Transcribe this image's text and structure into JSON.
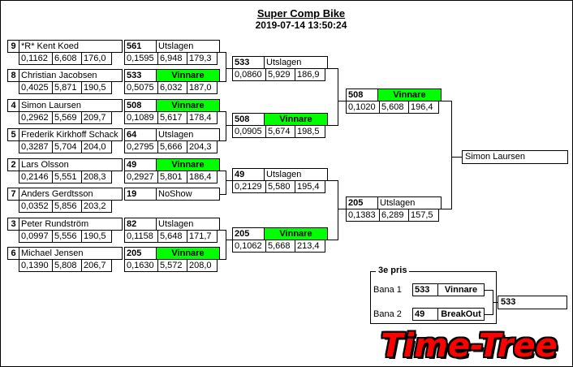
{
  "window": {
    "title": "Super Comp Bike",
    "timestamp": "2019-07-14 13:50:24"
  },
  "colors": {
    "winner_green": "#00ff00",
    "logo_red": "#ff0000",
    "line_black": "#000000"
  },
  "round1_entries": [
    {
      "seed": "9",
      "name": "*R* Kent Koed",
      "reaction": "0,1162",
      "et": "6,608",
      "speed": "176,0"
    },
    {
      "seed": "8",
      "name": "Christian Jacobsen",
      "reaction": "0,4025",
      "et": "5,871",
      "speed": "190,5"
    },
    {
      "seed": "4",
      "name": "Simon Laursen",
      "reaction": "0,2962",
      "et": "5,569",
      "speed": "209,7"
    },
    {
      "seed": "5",
      "name": "Frederik Kirkhoff Schack",
      "reaction": "0,3287",
      "et": "5,704",
      "speed": "204,0"
    },
    {
      "seed": "2",
      "name": "Lars Olsson",
      "reaction": "0,2146",
      "et": "5,551",
      "speed": "208,3"
    },
    {
      "seed": "7",
      "name": "Anders Gerdtsson",
      "reaction": "0,0352",
      "et": "5,856",
      "speed": "203,2"
    },
    {
      "seed": "3",
      "name": "Peter Rundström",
      "reaction": "0,0997",
      "et": "5,556",
      "speed": "190,5"
    },
    {
      "seed": "6",
      "name": "Michael Jensen",
      "reaction": "0,1390",
      "et": "5,808",
      "speed": "206,7"
    }
  ],
  "round1_results": [
    {
      "car": "561",
      "outcome": "Utslagen",
      "reaction": "0,1595",
      "et": "6,948",
      "speed": "179,3"
    },
    {
      "car": "533",
      "outcome": "Vinnare",
      "reaction": "0,5075",
      "et": "6,032",
      "speed": "187,0"
    },
    {
      "car": "508",
      "outcome": "Vinnare",
      "reaction": "0,1089",
      "et": "5,617",
      "speed": "178,4"
    },
    {
      "car": "64",
      "outcome": "Utslagen",
      "reaction": "0,2795",
      "et": "5,666",
      "speed": "204,3"
    },
    {
      "car": "49",
      "outcome": "Vinnare",
      "reaction": "0,2927",
      "et": "5,801",
      "speed": "186,4"
    },
    {
      "car": "19",
      "outcome": "NoShow",
      "reaction": "",
      "et": "",
      "speed": ""
    },
    {
      "car": "82",
      "outcome": "Utslagen",
      "reaction": "0,1158",
      "et": "5,648",
      "speed": "171,7"
    },
    {
      "car": "205",
      "outcome": "Vinnare",
      "reaction": "0,1630",
      "et": "5,572",
      "speed": "208,0"
    }
  ],
  "round2_results": [
    {
      "car": "533",
      "outcome": "Utslagen",
      "reaction": "0,0860",
      "et": "5,929",
      "speed": "186,9"
    },
    {
      "car": "508",
      "outcome": "Vinnare",
      "reaction": "0,0905",
      "et": "5,674",
      "speed": "198,5"
    },
    {
      "car": "49",
      "outcome": "Utslagen",
      "reaction": "0,2129",
      "et": "5,580",
      "speed": "195,4"
    },
    {
      "car": "205",
      "outcome": "Vinnare",
      "reaction": "0,1062",
      "et": "5,668",
      "speed": "213,4"
    }
  ],
  "final_results": [
    {
      "car": "508",
      "outcome": "Vinnare",
      "reaction": "0,1020",
      "et": "5,608",
      "speed": "196,4"
    },
    {
      "car": "205",
      "outcome": "Utslagen",
      "reaction": "0,1383",
      "et": "6,289",
      "speed": "157,5"
    }
  ],
  "champion": {
    "name": "Simon Laursen"
  },
  "third_prize": {
    "label": "3e pris",
    "lane1_label": "Bana 1",
    "lane2_label": "Bana 2",
    "lane1": {
      "car": "533",
      "outcome": "Vinnare"
    },
    "lane2": {
      "car": "49",
      "outcome": "BreakOut"
    },
    "winner_car": "533"
  },
  "logo": {
    "text": "Time-Tree"
  }
}
